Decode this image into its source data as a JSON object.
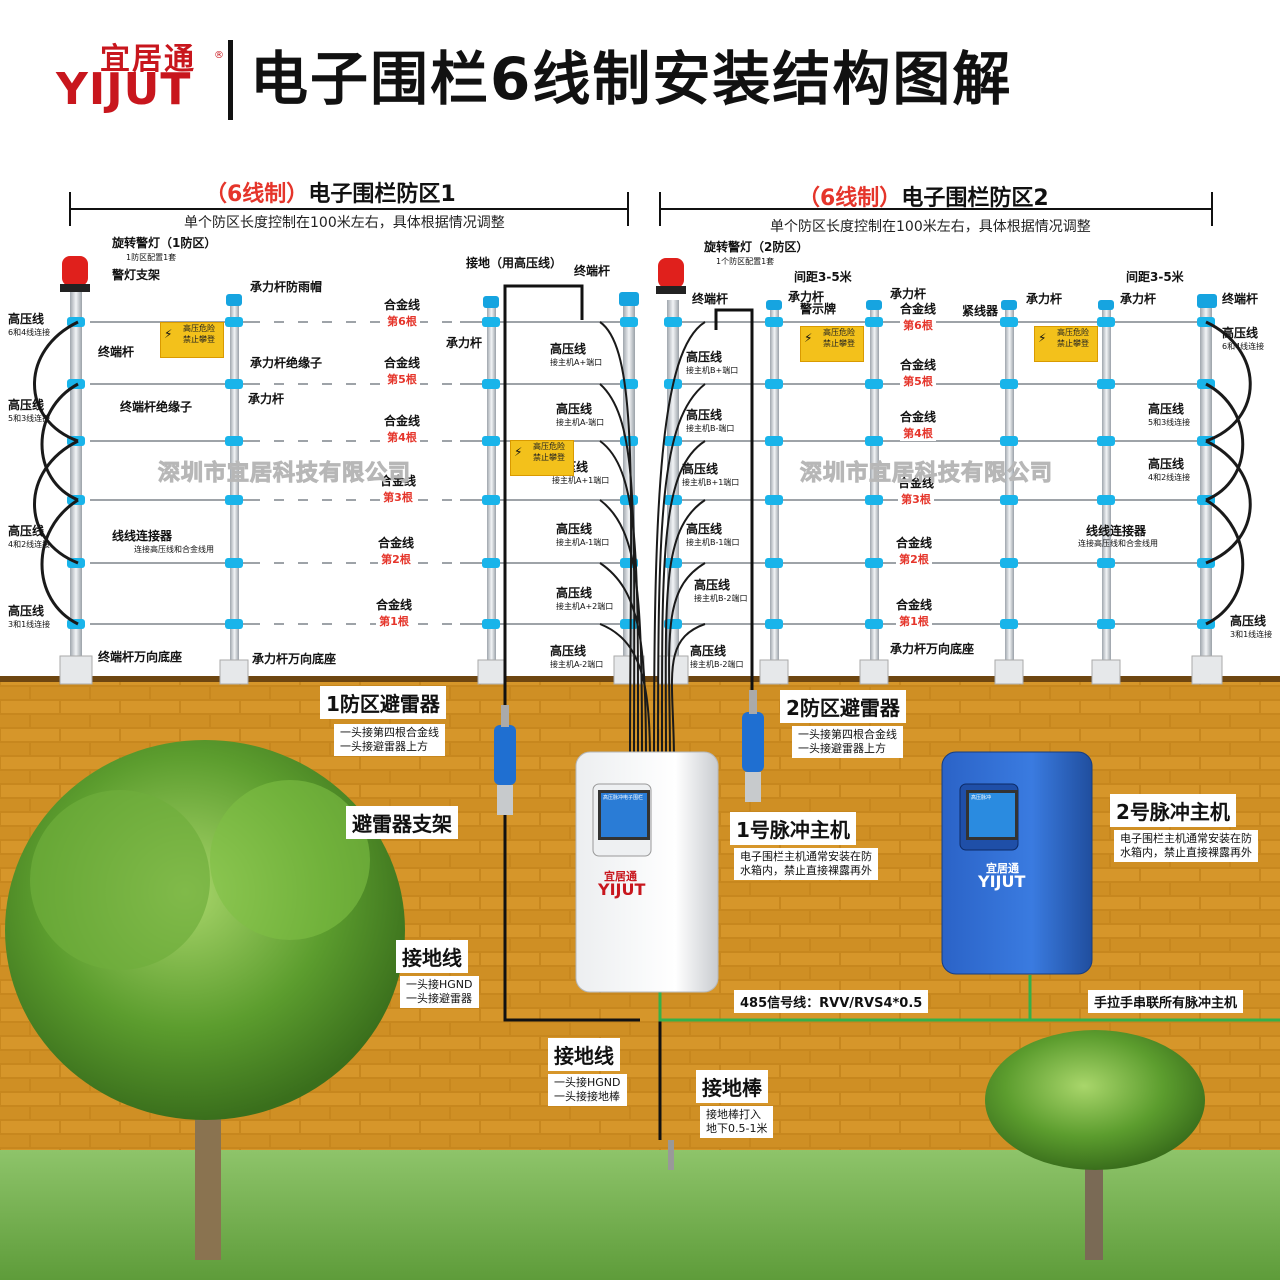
{
  "header": {
    "logo_cn": "宜居通",
    "logo_en": "YIJUT",
    "logo_reg": "®",
    "title": "电子围栏6线制安装结构图解"
  },
  "zone1": {
    "title_red": "（6线制）",
    "title_black": "电子围栏防区1",
    "subtitle": "单个防区长度控制在100米左右，具体根据情况调整",
    "strobe_light": "旋转警灯（1防区）",
    "strobe_note": "1防区配置1套",
    "light_bracket": "警灯支架",
    "terminal_pole": "终端杆",
    "terminal_insulator": "终端杆绝缘子",
    "bearing_cap": "承力杆防雨帽",
    "bearing_insulator": "承力杆绝缘子",
    "bearing_pole": "承力杆",
    "bearing_pole_right": "承力杆",
    "wire_connector": "线线连接器",
    "wire_connector_note": "连接高压线和合金线用",
    "terminal_base": "终端杆万向底座",
    "bearing_base": "承力杆万向底座",
    "ground_label": "接地（用高压线）",
    "end_pole": "终端杆",
    "hv_left": [
      {
        "name": "高压线",
        "note": "6和4线连接"
      },
      {
        "name": "高压线",
        "note": "5和3线连接"
      },
      {
        "name": "高压线",
        "note": "4和2线连接"
      },
      {
        "name": "高压线",
        "note": "3和1线连接"
      }
    ],
    "alloy": [
      {
        "name": "合金线",
        "num": "第6根"
      },
      {
        "name": "合金线",
        "num": "第5根"
      },
      {
        "name": "合金线",
        "num": "第4根"
      },
      {
        "name": "合金线",
        "num": "第3根"
      },
      {
        "name": "合金线",
        "num": "第2根"
      },
      {
        "name": "合金线",
        "num": "第1根"
      }
    ],
    "hv_right": [
      {
        "name": "高压线",
        "note": "接主机A+端口"
      },
      {
        "name": "高压线",
        "note": "接主机A-端口"
      },
      {
        "name": "高压线",
        "note": "接主机A+1端口"
      },
      {
        "name": "高压线",
        "note": "接主机A-1端口"
      },
      {
        "name": "高压线",
        "note": "接主机A+2端口"
      },
      {
        "name": "高压线",
        "note": "接主机A-2端口"
      }
    ]
  },
  "zone2": {
    "title_red": "（6线制）",
    "title_black": "电子围栏防区2",
    "subtitle": "单个防区长度控制在100米左右，具体根据情况调整",
    "strobe_light": "旋转警灯（2防区）",
    "strobe_note": "1个防区配置1套",
    "terminal_pole": "终端杆",
    "spacing_1": "间距3-5米",
    "spacing_2": "间距3-5米",
    "bearing_1": "承力杆",
    "bearing_2": "承力杆",
    "bearing_3": "承力杆",
    "bearing_4": "承力杆",
    "warning_sign": "警示牌",
    "tensioner": "紧线器",
    "end_pole_right": "终端杆",
    "wire_connector": "线线连接器",
    "wire_connector_note": "连接高压线和合金线用",
    "bearing_base": "承力杆万向底座",
    "hv_left": [
      {
        "name": "高压线",
        "note": "接主机B+端口"
      },
      {
        "name": "高压线",
        "note": "接主机B-端口"
      },
      {
        "name": "高压线",
        "note": "接主机B+1端口"
      },
      {
        "name": "高压线",
        "note": "接主机B-1端口"
      },
      {
        "name": "高压线",
        "note": "接主机B-2端口"
      },
      {
        "name": "高压线",
        "note": "接主机B-2端口"
      }
    ],
    "alloy": [
      {
        "name": "合金线",
        "num": "第6根"
      },
      {
        "name": "合金线",
        "num": "第5根"
      },
      {
        "name": "合金线",
        "num": "第4根"
      },
      {
        "name": "合金线",
        "num": "第3根"
      },
      {
        "name": "合金线",
        "num": "第2根"
      },
      {
        "name": "合金线",
        "num": "第1根"
      }
    ],
    "hv_right": [
      {
        "name": "高压线",
        "note": "6和4线连接"
      },
      {
        "name": "高压线",
        "note": "5和3线连接"
      },
      {
        "name": "高压线",
        "note": "4和2线连接"
      },
      {
        "name": "高压线",
        "note": "3和1线连接"
      }
    ]
  },
  "sign_text": [
    "高压危险",
    "禁止攀登"
  ],
  "watermark": "深圳市宜居科技有限公司",
  "lower": {
    "arrester1_title": "1防区避雷器",
    "arrester1_lines": [
      "一头接第四根合金线",
      "一头接避雷器上方"
    ],
    "arrester2_title": "2防区避雷器",
    "arrester2_lines": [
      "一头接第四根合金线",
      "一头接避雷器上方"
    ],
    "arrester_bracket": "避雷器支架",
    "host1_title": "1号脉冲主机",
    "host1_desc": [
      "电子围栏主机通常安装在防",
      "水箱内，禁止直接裸露再外"
    ],
    "host2_title": "2号脉冲主机",
    "host2_desc": [
      "电子围栏主机通常安装在防",
      "水箱内，禁止直接裸露再外"
    ],
    "ground_wire1_title": "接地线",
    "ground_wire1_lines": [
      "一头接HGND",
      "一头接避雷器"
    ],
    "ground_wire2_title": "接地线",
    "ground_wire2_lines": [
      "一头接HGND",
      "一头接接地棒"
    ],
    "ground_rod_title": "接地棒",
    "ground_rod_lines": [
      "接地棒打入",
      "地下0.5-1米"
    ],
    "signal_line": "485信号线：RVV/RVS4*0.5",
    "daisy_chain": "手拉手串联所有脉冲主机",
    "device1_screen_title": "高压脉冲电子围栏",
    "device2_screen_title": "高压脉冲",
    "device_brand_cn": "宜居通",
    "device_brand_en": "YIJUT"
  }
}
